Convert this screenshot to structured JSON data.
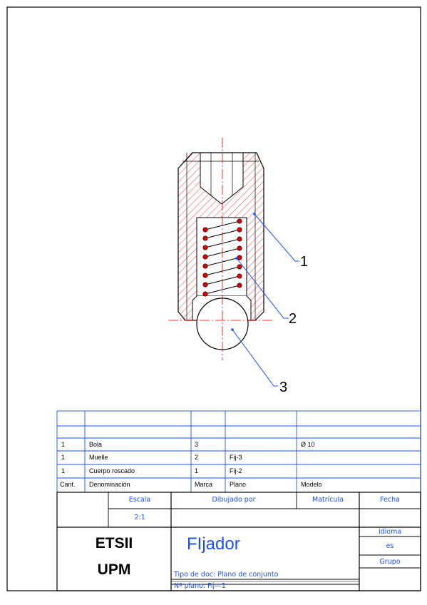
{
  "drawing": {
    "balloons": [
      "1",
      "2",
      "3"
    ]
  },
  "parts_list": {
    "header": {
      "quantity": "Cant.",
      "name": "Denominación",
      "mark": "Marca",
      "sheet": "Plano",
      "model": "Modelo"
    },
    "rows": [
      {
        "quantity": "1",
        "name": "Bola",
        "mark": "3",
        "sheet": "",
        "model": "Ø 10"
      },
      {
        "quantity": "1",
        "name": "Muelle",
        "mark": "2",
        "sheet": "Fij-3",
        "model": ""
      },
      {
        "quantity": "1",
        "name": "Cuerpo roscado",
        "mark": "1",
        "sheet": "Fij-2",
        "model": ""
      }
    ]
  },
  "title_block": {
    "scale_label": "Escala",
    "scale_value": "2:1",
    "drawn_by_label": "Dibujado por",
    "registration_label": "Matrícula",
    "date_label": "Fecha",
    "school_line1": "ETSII",
    "school_line2": "UPM",
    "title": "FIjador",
    "language_label": "Idioma",
    "language_value": "es",
    "group_label": "Grupo",
    "doc_type": "Tipo de doc: Plano de conjunto",
    "drawing_number": "Nº plano: Fij—1"
  },
  "colors": {
    "section_hatch": "#ff2a2a",
    "frame_line": "#1a4fff",
    "border": "#000000",
    "table_line": "#1a4fff"
  }
}
